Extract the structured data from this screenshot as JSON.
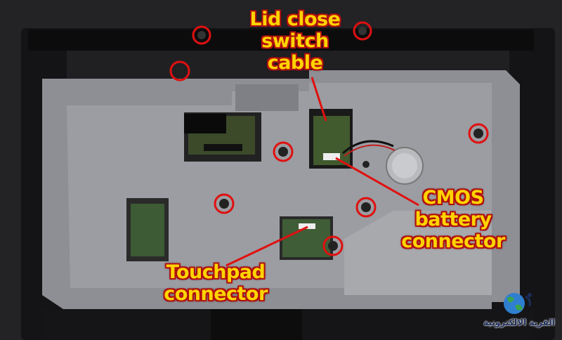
{
  "callouts": {
    "lid_close": [
      "Lid close",
      "switch",
      "cable"
    ],
    "cmos": [
      "CMOS",
      "battery",
      "connector"
    ],
    "touchpad": [
      "Touchpad",
      "connector"
    ]
  },
  "watermark": {
    "text": "القرية الالكترونية",
    "icon": "globe-logo-icon"
  },
  "colors": {
    "callout_text": "#ffd400",
    "callout_outline": "#b01010",
    "screw_marker": "#e01010",
    "leader_line": "#e01010"
  }
}
